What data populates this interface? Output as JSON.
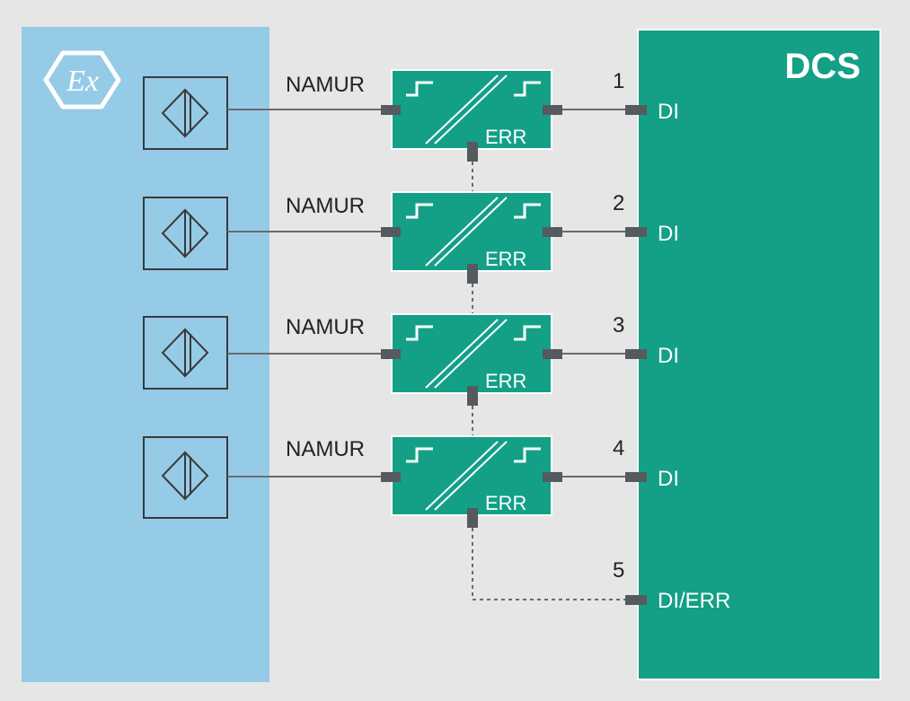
{
  "colors": {
    "background": "#e6e6e6",
    "hazardous_area": "#96cbe8",
    "module": "#13a086",
    "dcs": "#13a086",
    "wire": "#6a6a6a",
    "terminal": "#555a5f"
  },
  "hazard_icon": {
    "name": "ex-explosion-protection-icon",
    "symbol": "Ex"
  },
  "dcs": {
    "title": "DCS"
  },
  "channels": [
    {
      "input_label": "NAMUR",
      "module_err_label": "ERR",
      "number": "1",
      "port_label": "DI"
    },
    {
      "input_label": "NAMUR",
      "module_err_label": "ERR",
      "number": "2",
      "port_label": "DI"
    },
    {
      "input_label": "NAMUR",
      "module_err_label": "ERR",
      "number": "3",
      "port_label": "DI"
    },
    {
      "input_label": "NAMUR",
      "module_err_label": "ERR",
      "number": "4",
      "port_label": "DI"
    }
  ],
  "error_output": {
    "number": "5",
    "port_label": "DI/ERR"
  }
}
